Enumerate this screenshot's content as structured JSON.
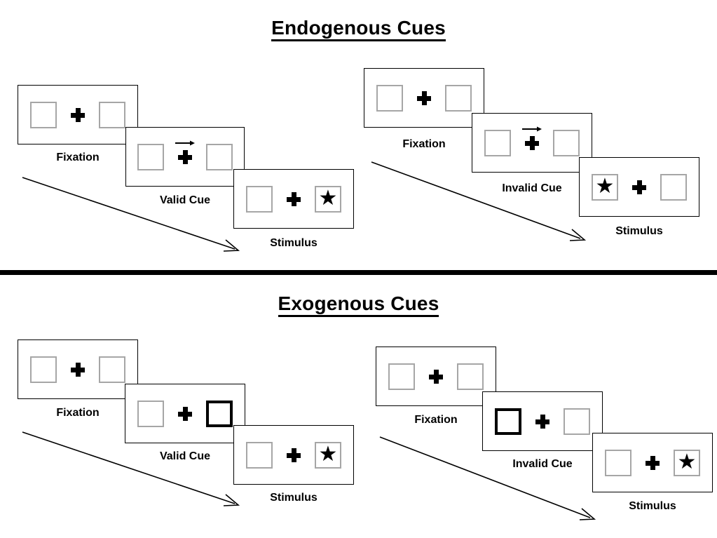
{
  "sections": [
    {
      "id": "endogenous",
      "title": "Endogenous Cues",
      "panels": [
        {
          "id": "endogenous-valid",
          "cue_validity": "valid",
          "stages": [
            {
              "id": "fixation",
              "caption": "Fixation",
              "cue": "none",
              "target_side": "none"
            },
            {
              "id": "cue",
              "caption": "Valid Cue",
              "cue": "arrow-right",
              "target_side": "none"
            },
            {
              "id": "stimulus",
              "caption": "Stimulus",
              "cue": "none",
              "target_side": "right"
            }
          ]
        },
        {
          "id": "endogenous-invalid",
          "cue_validity": "invalid",
          "stages": [
            {
              "id": "fixation",
              "caption": "Fixation",
              "cue": "none",
              "target_side": "none"
            },
            {
              "id": "cue",
              "caption": "Invalid Cue",
              "cue": "arrow-right",
              "target_side": "none"
            },
            {
              "id": "stimulus",
              "caption": "Stimulus",
              "cue": "none",
              "target_side": "left"
            }
          ]
        }
      ]
    },
    {
      "id": "exogenous",
      "title": "Exogenous Cues",
      "panels": [
        {
          "id": "exogenous-valid",
          "cue_validity": "valid",
          "stages": [
            {
              "id": "fixation",
              "caption": "Fixation",
              "cue": "none",
              "target_side": "none"
            },
            {
              "id": "cue",
              "caption": "Valid Cue",
              "cue": "box-right",
              "target_side": "none"
            },
            {
              "id": "stimulus",
              "caption": "Stimulus",
              "cue": "none",
              "target_side": "right"
            }
          ]
        },
        {
          "id": "exogenous-invalid",
          "cue_validity": "invalid",
          "stages": [
            {
              "id": "fixation",
              "caption": "Fixation",
              "cue": "none",
              "target_side": "none"
            },
            {
              "id": "cue",
              "caption": "Invalid Cue",
              "cue": "box-left",
              "target_side": "none"
            },
            {
              "id": "stimulus",
              "caption": "Stimulus",
              "cue": "none",
              "target_side": "right"
            }
          ]
        }
      ]
    }
  ],
  "glyphs": {
    "star": "★"
  },
  "colors": {
    "ink": "#000000",
    "box_outline": "#a6a6a6",
    "cued_outline": "#000000",
    "background": "#ffffff"
  }
}
